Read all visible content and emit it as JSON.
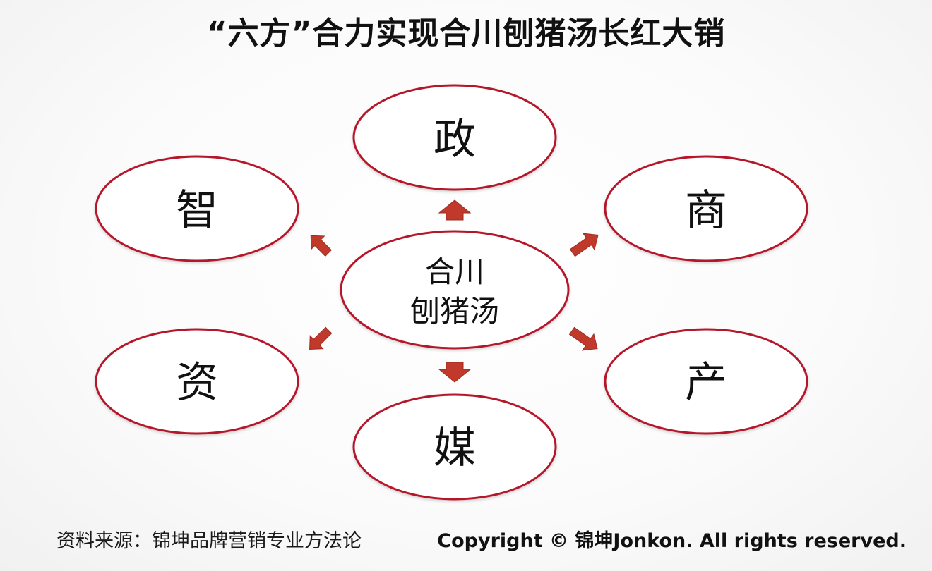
{
  "title": "“六方”合力实现合川刨猪汤长红大销",
  "diagram": {
    "center": {
      "line1": "合川",
      "line2": "刨猪汤"
    },
    "nodes": {
      "top": "政",
      "upper_left": "智",
      "upper_right": "商",
      "lower_left": "资",
      "lower_right": "产",
      "bottom": "媒"
    },
    "colors": {
      "ellipse_stroke": "#b5192b",
      "arrow_fill": "#c0392b",
      "arrow_stroke": "#9e2a22"
    }
  },
  "footer": {
    "source": "资料来源：锦坤品牌营销专业方法论",
    "copyright": "Copyright © 锦坤Jonkon. All rights reserved."
  }
}
